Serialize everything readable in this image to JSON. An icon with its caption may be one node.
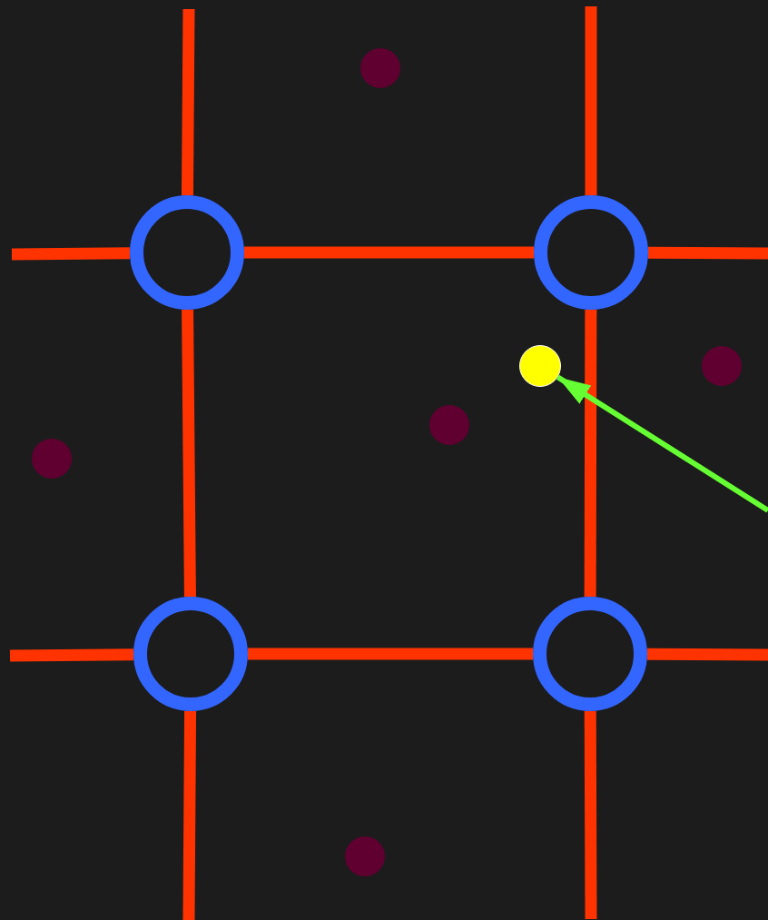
{
  "diagram": {
    "nodes": [
      {
        "text": [],
        "shape": "circle"
      },
      {
        "text": [],
        "shape": "circle"
      },
      {
        "text": [],
        "shape": "circle"
      },
      {
        "text": [],
        "shape": "circle"
      },
      {
        "text": [],
        "shape": "circle"
      },
      {
        "text": [],
        "shape": "circle"
      },
      {
        "text": [],
        "shape": "circle"
      },
      {
        "text": [],
        "shape": "circle"
      },
      {
        "text": [],
        "shape": "circle"
      },
      {
        "text": [],
        "shape": "circle"
      }
    ],
    "edges": [
      {
        "from": 1,
        "to": 2,
        "arrow": "none"
      },
      {
        "from": 1,
        "to": 7,
        "arrow": "none"
      },
      {
        "from": 2,
        "to": 8,
        "arrow": "none"
      },
      {
        "from": 7,
        "to": 8,
        "arrow": "none"
      },
      {
        "from": null,
        "to": 1,
        "arrow": "none"
      },
      {
        "from": null,
        "to": 1,
        "arrow": "none"
      },
      {
        "from": null,
        "to": 2,
        "arrow": "none"
      },
      {
        "from": 2,
        "to": null,
        "arrow": "none"
      },
      {
        "from": null,
        "to": 7,
        "arrow": "none"
      },
      {
        "from": 7,
        "to": null,
        "arrow": "none"
      },
      {
        "from": 8,
        "to": null,
        "arrow": "none"
      },
      {
        "from": 8,
        "to": null,
        "arrow": "none"
      },
      {
        "from": null,
        "to": 3,
        "arrow": "to",
        "color": "#66ff33"
      }
    ]
  }
}
